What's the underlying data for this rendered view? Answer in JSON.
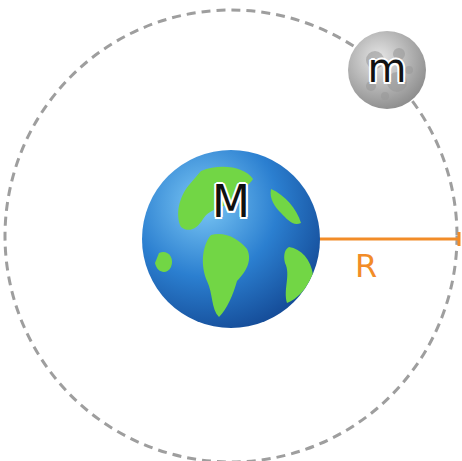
{
  "diagram": {
    "nodes": [
      {
        "text": [
          "M"
        ]
      },
      {
        "text": [
          "m"
        ]
      }
    ],
    "labels": [
      "R"
    ]
  }
}
